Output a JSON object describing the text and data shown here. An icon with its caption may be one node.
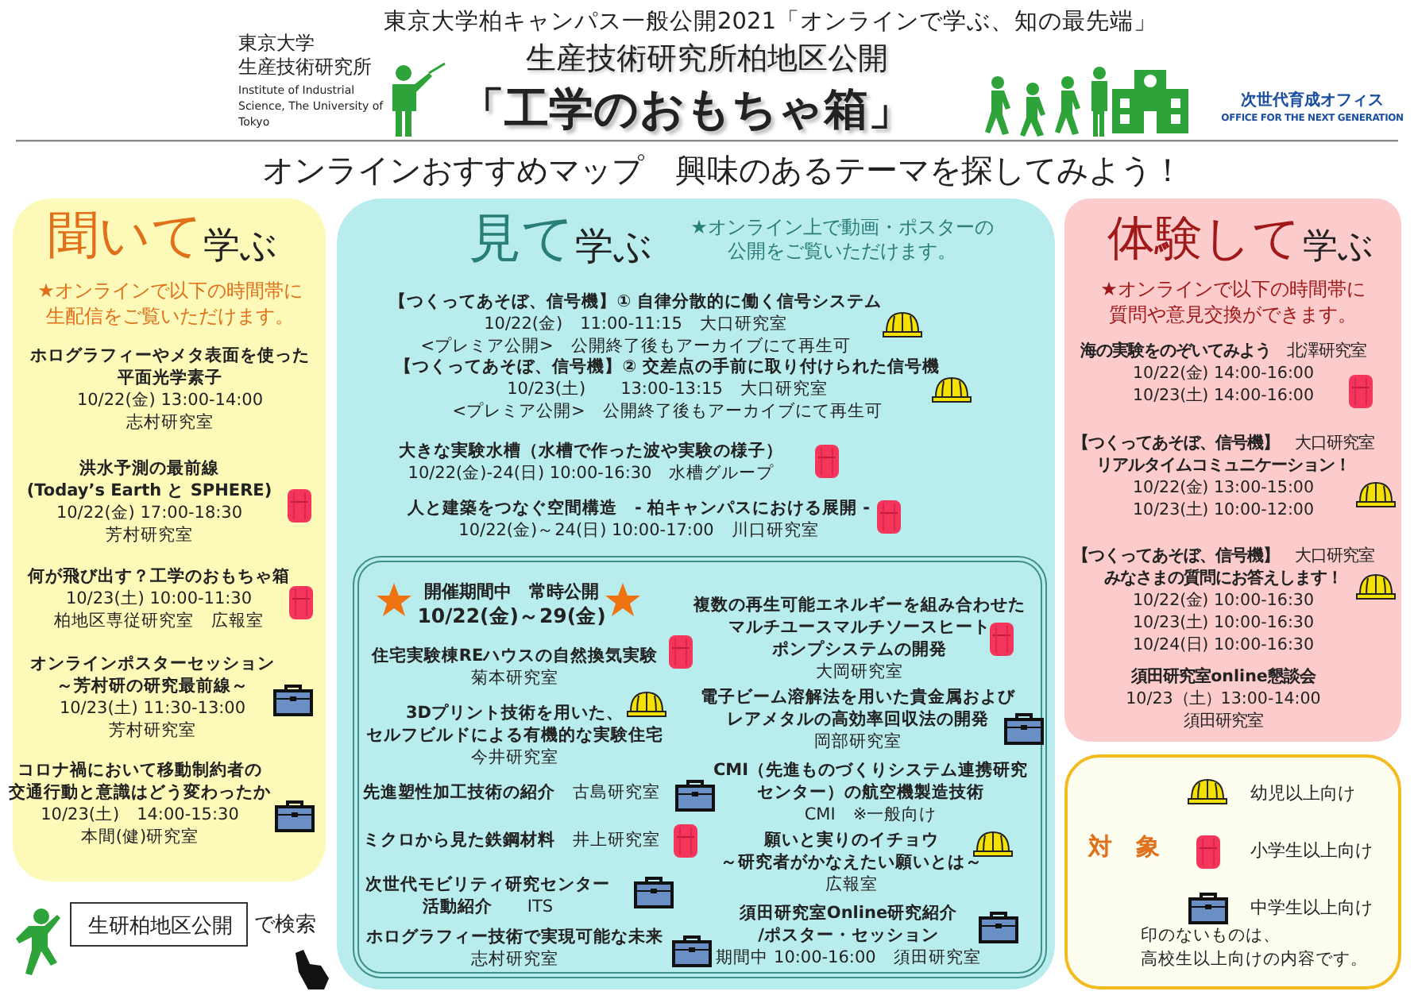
{
  "diagram": {
    "title": "「工学のおもちゃ箱」",
    "nodes": [
      {
        "text": [
          "聞いて",
          "学ぶ",
          "★オンラインで以下の時間帯に生配信をご覧いただけます。"
        ]
      },
      {
        "text": [
          "見て",
          "学ぶ",
          "★オンライン上で動画・ポスターの公開をご覧いただけます。"
        ]
      },
      {
        "text": [
          "開催期間中　常時公開",
          "10/22(金)～29(金)"
        ],
        "in": 1
      },
      {
        "text": [
          "体験して",
          "学ぶ",
          "★オンラインで以下の時間帯に質問や意見交換ができます。"
        ]
      },
      {
        "text": [
          "対　象",
          "印のないものは、",
          "高校生以上向けの内容です。"
        ]
      },
      {
        "text": [
          "生研柏地区公開"
        ],
        "beside": [
          "で検索"
        ]
      }
    ],
    "labels": [
      "東京大学柏キャンパス一般公開2021「オンラインで学ぶ、知の最先端」",
      "東京大学",
      "生産技術研究所",
      "Institute of Industrial Science, The University of Tokyo",
      "生産技術研究所柏地区公開",
      "次世代育成オフィス",
      "OFFICE FOR THE NEXT GENERATION",
      "オンラインおすすめマップ　興味のあるテーマを探してみよう！",
      "ホログラフィーやメタ表面を使った",
      "平面光学素子",
      "10/22(金) 13:00-14:00",
      "志村研究室",
      "洪水予測の最前線",
      "(Today’s Earth と SPHERE)",
      "10/22(金) 17:00-18:30",
      "芳村研究室",
      "何が飛び出す？工学のおもちゃ箱",
      "10/23(土) 10:00-11:30",
      "柏地区専従研究室　広報室",
      "オンラインポスターセッション",
      "～芳村研の研究最前線～",
      "10/23(土) 11:30-13:00",
      "芳村研究室",
      "コロナ禍において移動制約者の",
      "交通行動と意識はどう変わったか",
      "10/23(土)　14:00-15:30",
      "本間(健)研究室",
      "【つくってあそぼ、信号機】① 自律分散的に働く信号システム",
      "10/22(金)　11:00-11:15　大口研究室",
      "<プレミア公開>　公開終了後もアーカイブにて再生可",
      "【つくってあそぼ、信号機】② 交差点の手前に取り付けられた信号機",
      "10/23(土)　　13:00-13:15　大口研究室",
      "<プレミア公開>　公開終了後もアーカイブにて再生可",
      "大きな実験水槽（水槽で作った波や実験の様子）",
      "10/22(金)-24(日)  10:00-16:30　水槽グループ",
      "人と建築をつなぐ空間構造　- 柏キャンパスにおける展開 -",
      "10/22(金)～24(日) 10:00-17:00　川口研究室",
      "住宅実験棟REハウスの自然換気実験",
      "菊本研究室",
      "3Dプリント技術を用いた、",
      "セルフビルドによる有機的な実験住宅",
      "今井研究室",
      "**先進塑性加工技術の紹介**　古島研究室",
      "**ミクロから見た鉄鋼材料**　井上研究室",
      "次世代モビリティ研究センター",
      "**活動紹介**　　ITS",
      "ホログラフィー技術で実現可能な未来",
      "志村研究室",
      "複数の再生可能エネルギーを組み合わせた",
      "マルチユースマルチソースヒート",
      "ポンプシステムの開発",
      "大岡研究室",
      "電子ビーム溶解法を用いた貴金属および",
      "レアメタルの高効率回収法の開発",
      "岡部研究室",
      "CMI（先進ものづくりシステム連携研究",
      "センター）の航空機製造技術",
      "CMI　※一般向け",
      "願いと実りのイチョウ",
      "～研究者がかなえたい願いとは～",
      "広報室",
      "須田研究室Online研究紹介",
      "/ポスター・セッション",
      "期間中 10:00-16:00　須田研究室",
      "**海の実験をのぞいてみよう**　北澤研究室",
      "10/22(金) 14:00-16:00",
      "10/23(土) 14:00-16:00",
      "**【つくってあそぼ、信号機】**　大口研究室",
      "リアルタイムコミュニケーション！",
      "10/22(金) 13:00-15:00",
      "10/23(土) 10:00-12:00",
      "**【つくってあそぼ、信号機】**　大口研究室",
      "みなさまの質問にお答えします！",
      "10/22(金) 10:00-16:30",
      "10/23(土) 10:00-16:30",
      "10/24(日) 10:00-16:30",
      "須田研究室online懇談会",
      "10/23（土）13:00-14:00",
      "須田研究室"
    ],
    "legend": [
      {
        "text": "幼児以上向け"
      },
      {
        "text": "小学生以上向け"
      },
      {
        "text": "中学生以上向け"
      }
    ]
  }
}
